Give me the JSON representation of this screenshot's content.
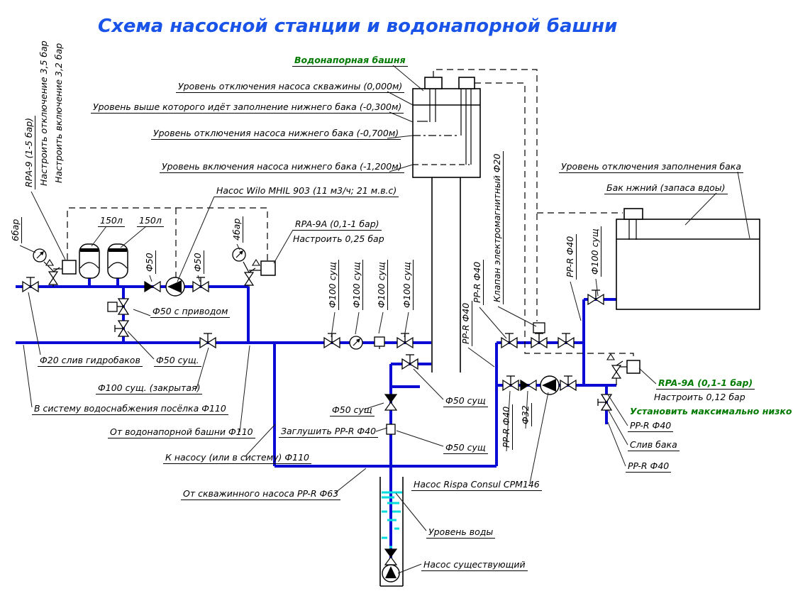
{
  "title": "Схема насосной станции и водонапорной башни",
  "colors": {
    "pipe_blue": "#0b0bd6",
    "line_black": "#000000",
    "accent_green": "#007a00",
    "title_blue": "#1a53e8",
    "water_cyan": "#00dcdc"
  },
  "labels": {
    "tower_title": "Водонапорная башня",
    "level_0": "Уровень отключения насоса скважины (0,000м)",
    "level_300": "Уровень выше которого идёт заполнение нижнего бака (-0,300м)",
    "level_700": "Уровень отключения насоса нижнего бака (-0,700м)",
    "level_1200": "Уровень включения насоса нижнего бака (-1,200м)",
    "pump_wilo": "Насос Wilo MHIL 903 (11 м3/ч; 21 м.в.с)",
    "rpa9a_mid_title": "RPA-9A (0,1-1 бар)",
    "rpa9a_mid_set": "Настроить 0,25 бар",
    "tank_150": "150л",
    "tank_level_off": "Уровень отключения заполнения бака",
    "tank_lower": "Бак нжний (запаса вдоы)",
    "rpa9a_right_title": "RPA-9A (0,1-1 бар)",
    "rpa9a_right_set": "Настроить 0,12 бар",
    "rpa9a_right_note": "Установить максимально низко",
    "ppr40": "PP-R Ф40",
    "tank_drain": "Слив бака",
    "f50_actuator": "Ф50 с приводом",
    "f20_drain": "Ф20 слив гидробаков",
    "f50_exist_dot": "Ф50 сущ.",
    "f100_closed": "Ф100 сущ. (закрытая)",
    "to_village": "В систему водоснабжения посёлка Ф110",
    "from_tower": "От водонапорной башни Ф110",
    "to_pump": "К насосу (или в систему) Ф110",
    "plug_ppr": "Заглушить PP-R Ф40",
    "f50_exist": "Ф50 сущ",
    "pump_rispa": "Насос Rispa Consul CPM146",
    "from_well_pump": "От скважинного насоса PP-R Ф63",
    "water_level": "Уровень воды",
    "pump_existing": "Насос существующий",
    "rpa9_title": "RPA-9 (1-5 бар)",
    "rpa9_set_off": "Настроить отключение 3,5 бар",
    "rpa9_set_on": "Настроить включение 3,2 бар",
    "bar6": "6бар",
    "bar4": "4бар",
    "f50": "Ф50",
    "f100_exist": "Ф100 сущ",
    "solenoid": "Клапан электромагнитный Ф20",
    "f32": "Ф32"
  }
}
